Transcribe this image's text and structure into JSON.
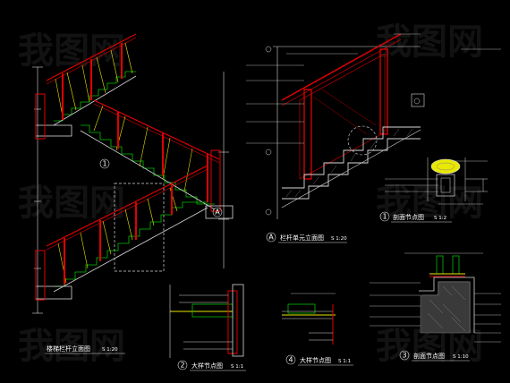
{
  "watermark": "我图网",
  "drawings": {
    "stair_elevation": {
      "title": "楼梯栏杆立面图",
      "scale": "S 1:20"
    },
    "railing_unit": {
      "marker": "A",
      "title": "栏杆单元立面图",
      "scale": "S 1:20"
    },
    "section_1": {
      "number": "1",
      "title": "剖面节点图",
      "scale": "S 1:2"
    },
    "detail_2": {
      "number": "2",
      "title": "大样节点图",
      "scale": "S 1:1"
    },
    "detail_4": {
      "number": "4",
      "title": "大样节点图",
      "scale": "S 1:1"
    },
    "section_3": {
      "number": "3",
      "title": "剖面节点图",
      "scale": "S 1:10"
    }
  },
  "marker_1": "1",
  "marker_A": "A"
}
